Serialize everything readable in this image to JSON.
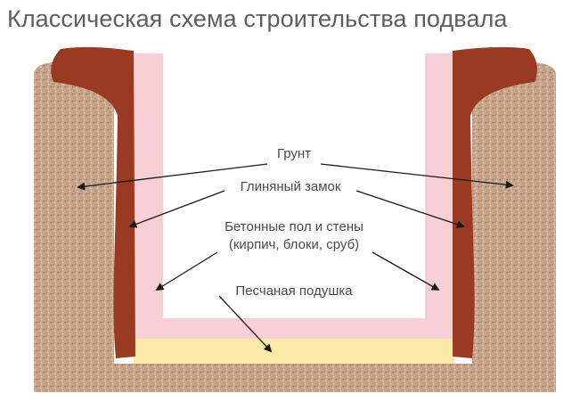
{
  "title": "Классическая схема строительства подвала",
  "labels": {
    "soil": "Грунт",
    "clay_lock": "Глиняный замок",
    "concrete_line1": "Бетонные пол и стены",
    "concrete_line2": "(кирпич, блоки, сруб)",
    "sand_cushion": "Песчаная подушка"
  },
  "colors": {
    "soil": "#c7a68c",
    "clay_lock": "#9a3a22",
    "concrete_layer": "#f7cfd5",
    "sand_cushion": "#fbe9a8",
    "arrows": "#1a1a1a",
    "title_text": "#5e5e5e"
  }
}
